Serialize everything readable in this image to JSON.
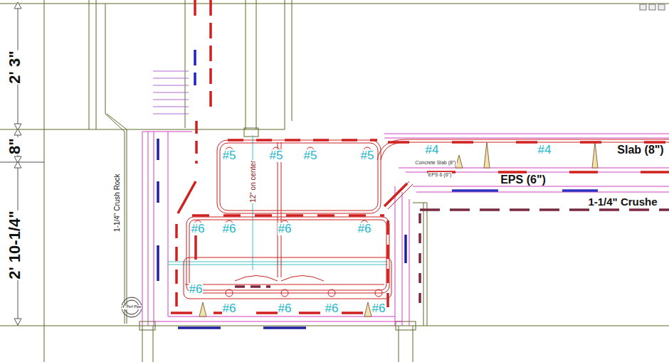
{
  "diagram": {
    "labels": [
      "2' 3\"",
      "8\"",
      "2' 10-1/4\"",
      "#5",
      "#5",
      "#5",
      "#5",
      "#4",
      "#4",
      "Slab (8\")",
      "EPS (6\")",
      "1-1/4\" Crushe",
      "#6",
      "#6",
      "#6",
      "#6",
      "#6",
      "#6",
      "#6",
      "#6",
      "#6",
      "12\" on center",
      "1-1/4\" Crush Rock",
      "Concrete Slab (8\")",
      "EPS 6 (6\")",
      "4\" Perf Pipe"
    ]
  }
}
